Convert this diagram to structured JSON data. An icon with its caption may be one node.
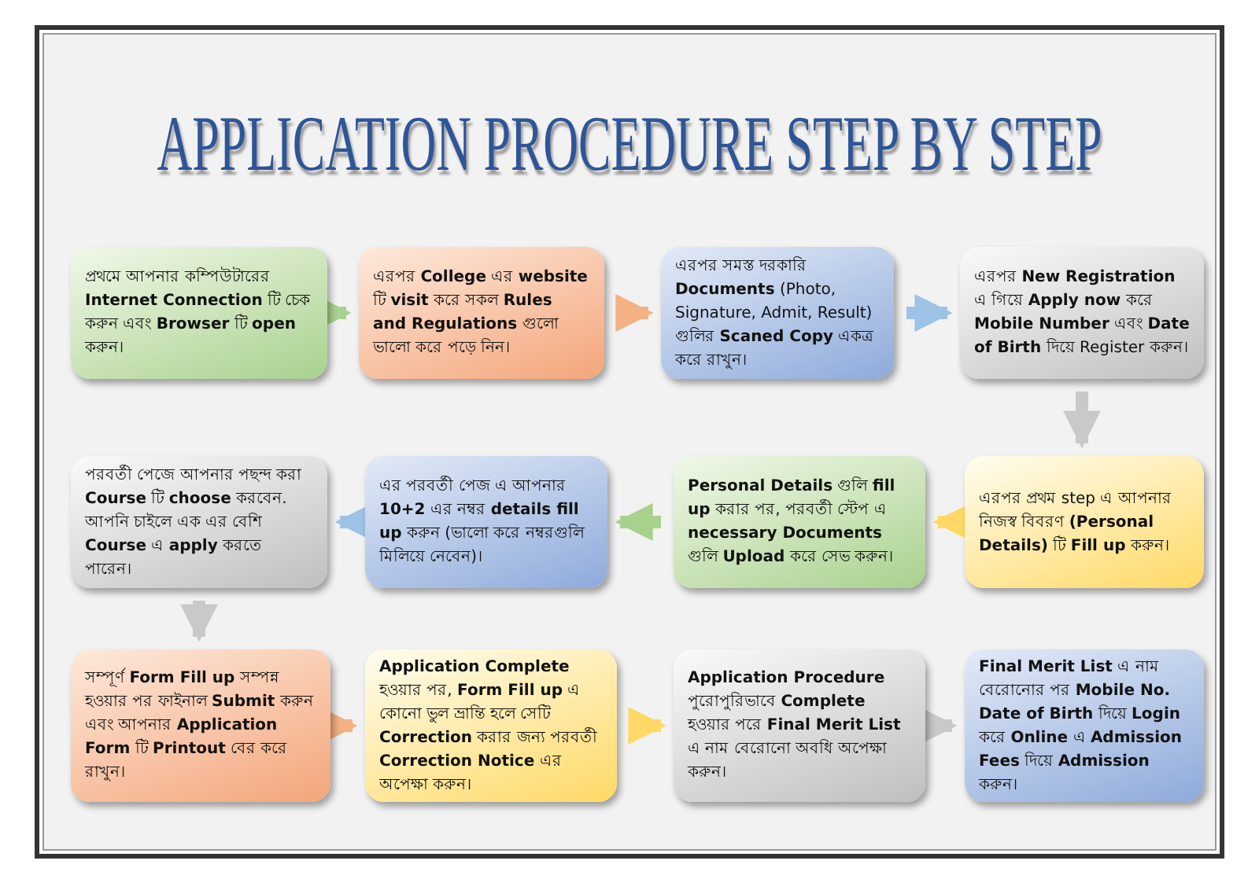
{
  "diagram": {
    "title": "APPLICATION PROCEDURE STEP BY STEP",
    "nodes": [
      {
        "text": [
          "প্রথমে আপনার কম্পিউটারের **Internet Connection** টি চেক করুন এবং **Browser** টি **open** করুন।"
        ]
      },
      {
        "text": [
          "এরপর **College** এর **website** টি **visit** করে সকল **Rules and Regulations** গুলো ভালো করে পড়ে নিন।"
        ]
      },
      {
        "text": [
          "এরপর সমস্ত দরকারি **Documents** (Photo, Signature, Admit, Result) গুলির **Scaned Copy** একত্র করে রাখুন।"
        ]
      },
      {
        "text": [
          "এরপর **New Registration** এ গিয়ে **Apply now** করে **Mobile Number** এবং **Date of Birth** দিয়ে Register করুন।"
        ]
      },
      {
        "text": [
          "এরপর প্রথম step এ আপনার নিজস্ব বিবরণ **(Personal Details)** টি **Fill up** করুন।"
        ]
      },
      {
        "text": [
          "**Personal Details** গুলি **fill up** করার পর, পরবর্তী স্টেপ এ **necessary Documents** গুলি **Upload** করে সেভ করুন।"
        ]
      },
      {
        "text": [
          "এর পরবর্তী পেজ এ আপনার **10+2** এর নম্বর **details fill up** করুন (ভালো করে নম্বরগুলি মিলিয়ে নেবেন)।"
        ]
      },
      {
        "text": [
          "পরবর্তী পেজে আপনার পছন্দ করা **Course** টি **choose** করবেন. আপনি চাইলে এক এর বেশি **Course** এ **apply** করতে পারেন।"
        ]
      },
      {
        "text": [
          "সম্পূর্ণ **Form Fill up** সম্পন্ন হওয়ার পর ফাইনাল **Submit** করুন এবং আপনার **Application Form** টি **Printout** বের করে রাখুন।"
        ]
      },
      {
        "text": [
          "**Application Complete** হওয়ার পর, **Form Fill up** এ কোনো ভুল ভ্রান্তি হলে সেটি **Correction** করার জন্য পরবর্তী **Correction Notice** এর অপেক্ষা করুন।"
        ]
      },
      {
        "text": [
          "**Application Procedure** পুরোপুরিভাবে **Complete** হওয়ার পরে **Final Merit List** এ নাম বেরোনো অবধি অপেক্ষা করুন।"
        ]
      },
      {
        "text": [
          "**Final Merit List** এ নাম বেরোনোর পর **Mobile No. Date of Birth** দিয়ে **Login** করে **Online** এ **Admission Fees** দিয়ে **Admission** করুন।"
        ]
      }
    ],
    "edges": [
      {
        "from": 0,
        "to": 1,
        "arrow": "to",
        "color": "#a9d18e"
      },
      {
        "from": 1,
        "to": 2,
        "arrow": "to",
        "color": "#f4b183"
      },
      {
        "from": 2,
        "to": 3,
        "arrow": "to",
        "color": "#9dc3e6"
      },
      {
        "from": 3,
        "to": 4,
        "arrow": "to",
        "color": "#c9c9c9"
      },
      {
        "from": 4,
        "to": 5,
        "arrow": "to",
        "color": "#ffd966"
      },
      {
        "from": 5,
        "to": 6,
        "arrow": "to",
        "color": "#a9d18e"
      },
      {
        "from": 6,
        "to": 7,
        "arrow": "to",
        "color": "#9dc3e6"
      },
      {
        "from": 7,
        "to": 8,
        "arrow": "to",
        "color": "#c9c9c9"
      },
      {
        "from": 8,
        "to": 9,
        "arrow": "to",
        "color": "#f4b183"
      },
      {
        "from": 9,
        "to": 10,
        "arrow": "to",
        "color": "#ffd966"
      },
      {
        "from": 10,
        "to": 11,
        "arrow": "to",
        "color": "#c9c9c9"
      }
    ]
  }
}
